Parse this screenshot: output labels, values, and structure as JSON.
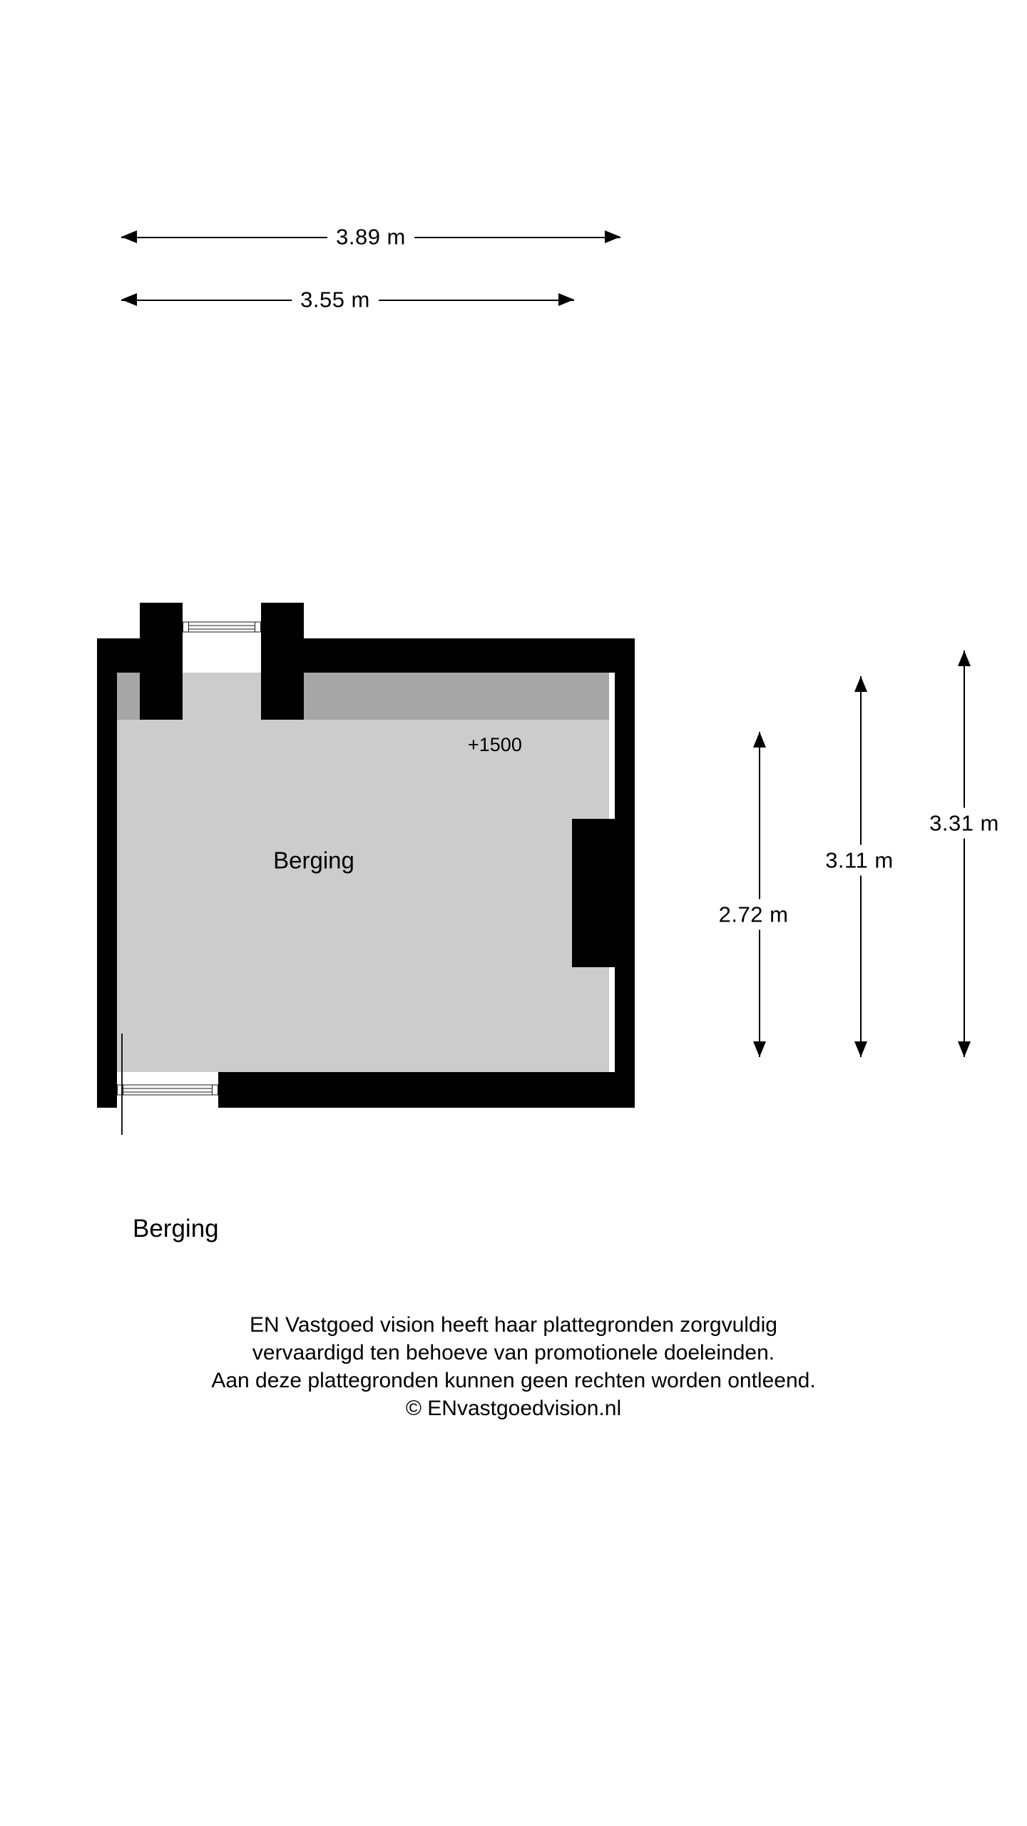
{
  "plan": {
    "room_label": "Berging",
    "elevation_label": "+1500",
    "title": "Berging"
  },
  "dimensions": {
    "horizontal": [
      {
        "value": "3.89 m"
      },
      {
        "value": "3.55 m"
      }
    ],
    "vertical": [
      {
        "value": "2.72 m"
      },
      {
        "value": "3.11 m"
      },
      {
        "value": "3.31 m"
      }
    ]
  },
  "disclaimer": {
    "line1": "EN Vastgoed vision heeft haar plattegronden zorgvuldig",
    "line2": "vervaardigd ten behoeve van promotionele doeleinden.",
    "line3": "Aan deze plattegronden kunnen geen rechten worden ontleend.",
    "line4": "© ENvastgoedvision.nl"
  },
  "colors": {
    "wall": "#000000",
    "floor": "#cccccc",
    "shade": "#a6a6a6",
    "background": "#ffffff"
  }
}
